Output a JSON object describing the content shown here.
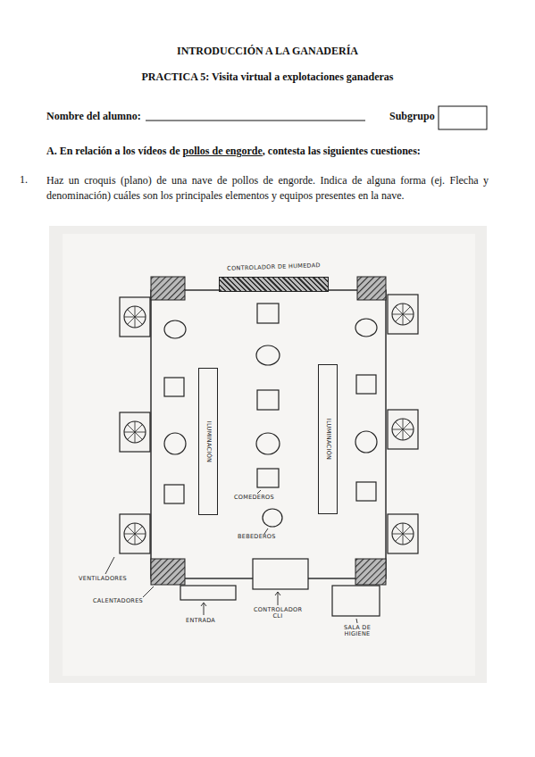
{
  "diagram": {
    "title": "INTRODUCCIÓN A LA GANADERÍA",
    "nodes": [
      {
        "text": [
          "CONTROLADOR DE HUMEDAD"
        ]
      },
      {
        "text": [
          "ILUMINACIÓN"
        ]
      },
      {
        "text": [
          "ILUMINACIÓN"
        ]
      }
    ],
    "labels": [
      "PRACTICA 5: Visita virtual a explotaciones ganaderas",
      "Nombre del alumno:",
      "Subgrupo",
      "A. En relación a los vídeos de",
      "pollos de engorde",
      ", contesta las siguientes cuestiones:",
      "1.",
      "Haz un croquis (plano) de una nave de pollos de engorde. Indica de alguna forma (ej. Flecha y denominación) cuáles son los principales elementos y equipos presentes en la nave.",
      "COMEDEROS",
      "BEBEDEROS",
      "VENTILADORES",
      "CALENTADORES",
      "ENTRADA",
      "CONTROLADOR CLI",
      "SALA DE HIGIENE"
    ]
  }
}
